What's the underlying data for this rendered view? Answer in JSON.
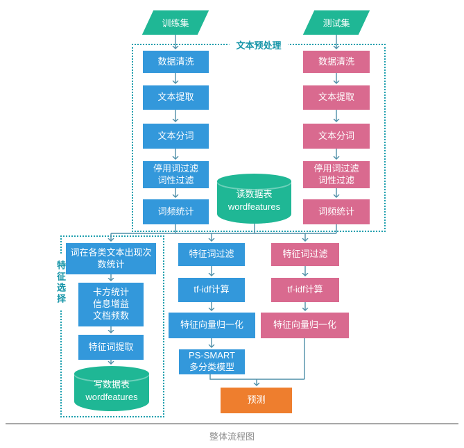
{
  "caption": "整体流程图",
  "colors": {
    "process_blue": "#3398DB",
    "process_pink": "#D96A8F",
    "data_teal": "#1FB795",
    "predict_orange": "#EE7E2E",
    "group_border_teal": "#1E9FAE",
    "connector": "#4E8FA8"
  },
  "groups": {
    "preprocess_label": "文本预处理",
    "feature_select_label": "特征选择"
  },
  "nodes": {
    "train": "训练集",
    "test": "测试集",
    "clean": "数据清洗",
    "extract": "文本提取",
    "segment": "文本分词",
    "stopword_filter": "停用词过滤\n词性过滤",
    "word_freq": "词频统计",
    "read_table": "读数据表\nwordfeatures",
    "word_count_by_class": "词在各类文本出现次\n数统计",
    "chi_square": "卡方统计\n信息增益\n文档频数",
    "feature_word_extract": "特征词提取",
    "write_table": "写数据表\nwordfeatures",
    "feature_word_filter": "特征词过滤",
    "tfidf": "tf-idf计算",
    "vector_normalize": "特征向量归一化",
    "ps_smart": "PS-SMART\n多分类模型",
    "predict": "预测"
  }
}
